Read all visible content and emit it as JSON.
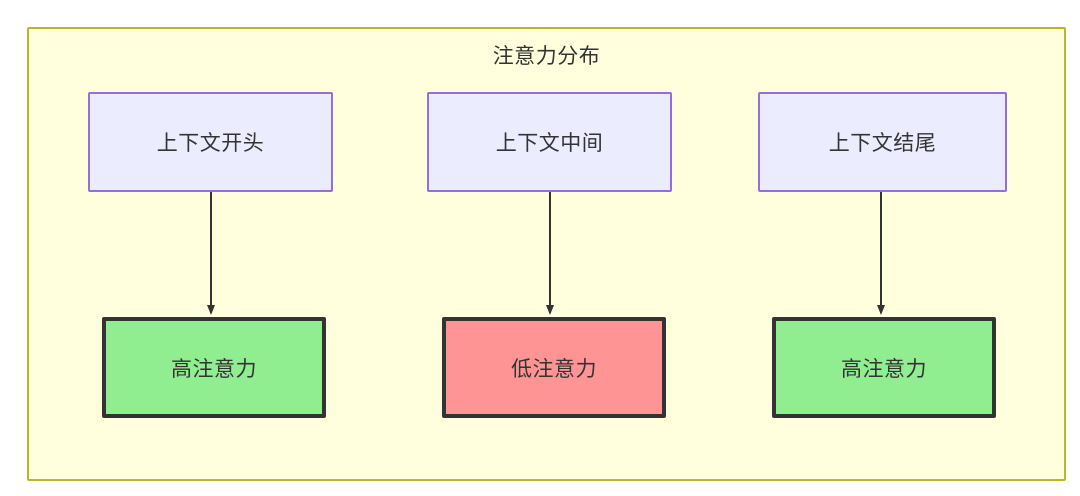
{
  "diagram": {
    "title": "注意力分布",
    "container": {
      "fill": "#ffffdd",
      "stroke": "#bdb429"
    },
    "colors": {
      "context_fill": "#ececff",
      "context_stroke": "#9370db",
      "high_attention_fill": "#90ee90",
      "low_attention_fill": "#ff9494",
      "emphasis_stroke": "#333333",
      "arrow": "#333333",
      "text": "#333333"
    },
    "columns": [
      {
        "top_node": {
          "label": "上下文开头"
        },
        "bottom_node": {
          "label": "高注意力",
          "level": "high"
        }
      },
      {
        "top_node": {
          "label": "上下文中间"
        },
        "bottom_node": {
          "label": "低注意力",
          "level": "low"
        }
      },
      {
        "top_node": {
          "label": "上下文结尾"
        },
        "bottom_node": {
          "label": "高注意力",
          "level": "high"
        }
      }
    ]
  }
}
